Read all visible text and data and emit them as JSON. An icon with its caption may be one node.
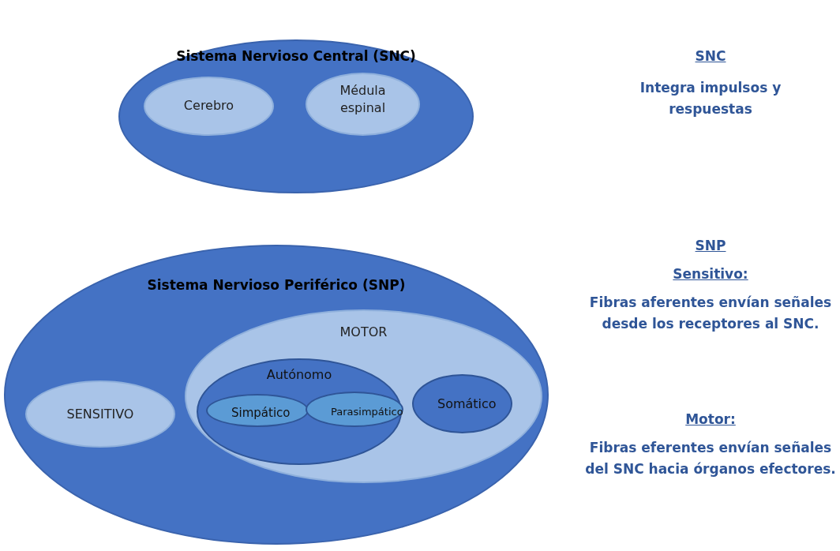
{
  "diagram": {
    "nodes": [
      {
        "text": [
          "Sistema Nervioso Central (SNC)"
        ]
      },
      {
        "text": [
          "Cerebro"
        ],
        "in": 0
      },
      {
        "text": [
          "Médula espinal"
        ],
        "in": 0
      },
      {
        "text": [
          "Sistema Nervioso Periférico (SNP)"
        ]
      },
      {
        "text": [
          "SENSITIVO"
        ],
        "in": 3
      },
      {
        "text": [
          "MOTOR"
        ],
        "in": 3
      },
      {
        "text": [
          "Autónomo"
        ],
        "in": 5
      },
      {
        "text": [
          "Simpático"
        ],
        "in": 6
      },
      {
        "text": [
          "Parasimpático"
        ],
        "in": 6
      },
      {
        "text": [
          "Somático"
        ],
        "in": 5
      }
    ],
    "labels": [
      "SNC",
      "Integra impulsos y respuestas",
      "SNP",
      "Sensitivo:",
      "Fibras aferentes envían señales desde los receptores al SNC.",
      "Motor:",
      "Fibras eferentes envían señales del SNC hacia órganos efectores."
    ]
  }
}
